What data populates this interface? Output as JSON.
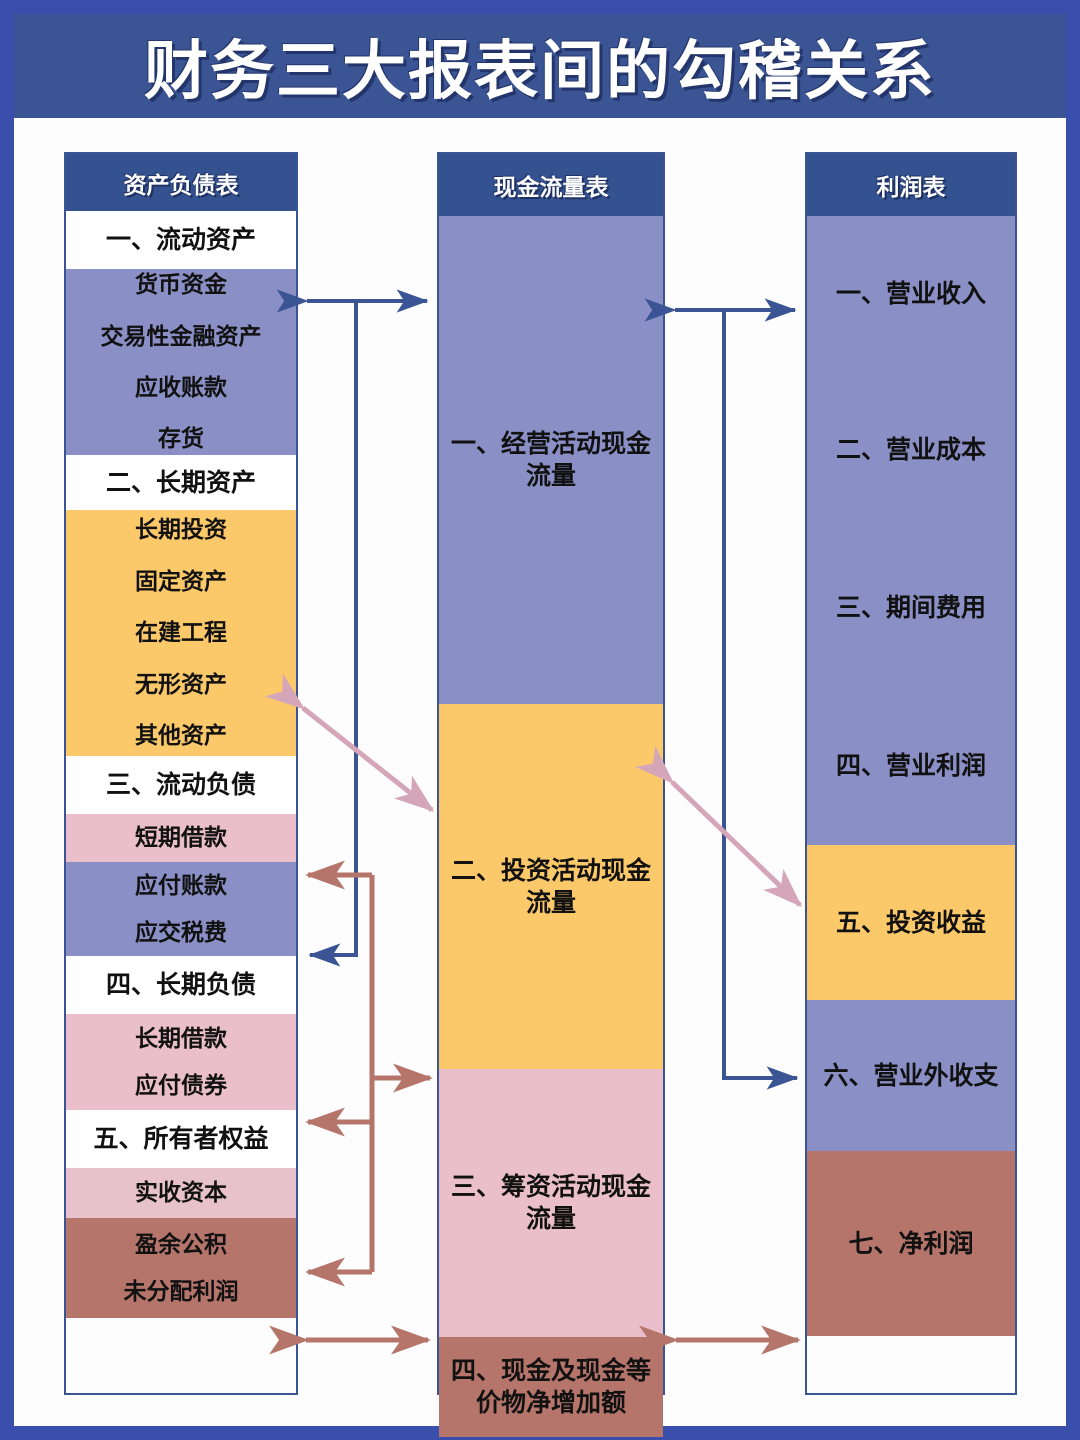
{
  "title": "财务三大报表间的勾稽关系",
  "colors": {
    "page_border": "#3a4eab",
    "banner": "#3a5494",
    "header": "#34528f",
    "periwinkle": "#8a90c6",
    "orange": "#fbc86a",
    "pink": "#eabecb",
    "maroon": "#b5756b",
    "arrow_blue": "#3a5494",
    "arrow_pink": "#d4a6b8",
    "arrow_brown": "#b5756b"
  },
  "columns": {
    "balance_sheet": {
      "header": "资产负债表",
      "sections": [
        {
          "name": "current-assets-heading",
          "color": "white",
          "type": "heading",
          "lines": [
            "一、流动资产"
          ]
        },
        {
          "name": "current-assets-items",
          "color": "periwinkle",
          "type": "items",
          "lines": [
            "货币资金",
            "交易性金融资产",
            "应收账款",
            "存货"
          ]
        },
        {
          "name": "long-term-assets-heading",
          "color": "white",
          "type": "heading",
          "lines": [
            "二、长期资产"
          ]
        },
        {
          "name": "long-term-assets-items",
          "color": "orange",
          "type": "items",
          "lines": [
            "长期投资",
            "固定资产",
            "在建工程",
            "无形资产",
            "其他资产"
          ]
        },
        {
          "name": "current-liabilities-heading",
          "color": "white",
          "type": "heading",
          "lines": [
            "三、流动负债"
          ]
        },
        {
          "name": "short-term-loan",
          "color": "pink",
          "type": "items",
          "lines": [
            "短期借款"
          ]
        },
        {
          "name": "payables-items",
          "color": "periwinkle",
          "type": "items",
          "lines": [
            "应付账款",
            "应交税费"
          ]
        },
        {
          "name": "long-term-liabilities-heading",
          "color": "white",
          "type": "heading",
          "lines": [
            "四、长期负债"
          ]
        },
        {
          "name": "long-term-liabilities-items",
          "color": "pink",
          "type": "items",
          "lines": [
            "长期借款",
            "应付债券"
          ]
        },
        {
          "name": "owners-equity-heading",
          "color": "white",
          "type": "heading",
          "lines": [
            "五、所有者权益"
          ]
        },
        {
          "name": "paid-in-capital",
          "color": "pink",
          "type": "items",
          "lines": [
            "实收资本"
          ]
        },
        {
          "name": "retained-earnings",
          "color": "maroon",
          "type": "items",
          "lines": [
            "盈余公积",
            "未分配利润"
          ]
        }
      ]
    },
    "cash_flow": {
      "header": "现金流量表",
      "sections": [
        {
          "name": "operating-cash-flow",
          "color": "periwinkle",
          "type": "big",
          "lines": [
            "一、经营活动现金",
            "流量"
          ]
        },
        {
          "name": "investing-cash-flow",
          "color": "orange",
          "type": "big",
          "lines": [
            "二、投资活动现金",
            "流量"
          ]
        },
        {
          "name": "financing-cash-flow",
          "color": "pink",
          "type": "big",
          "lines": [
            "三、筹资活动现金",
            "流量"
          ]
        },
        {
          "name": "net-increase-in-cash",
          "color": "maroon",
          "type": "big",
          "lines": [
            "四、现金及现金等",
            "价物净增加额"
          ]
        }
      ]
    },
    "income_statement": {
      "header": "利润表",
      "sections": [
        {
          "name": "operating-revenue",
          "color": "periwinkle",
          "type": "big",
          "lines": [
            "一、营业收入"
          ]
        },
        {
          "name": "operating-cost",
          "color": "periwinkle",
          "type": "big",
          "lines": [
            "二、营业成本"
          ]
        },
        {
          "name": "period-expenses",
          "color": "periwinkle",
          "type": "big",
          "lines": [
            "三、期间费用"
          ]
        },
        {
          "name": "operating-profit",
          "color": "periwinkle",
          "type": "big",
          "lines": [
            "四、营业利润"
          ]
        },
        {
          "name": "investment-income",
          "color": "orange",
          "type": "big",
          "lines": [
            "五、投资收益"
          ]
        },
        {
          "name": "non-operating-items",
          "color": "periwinkle",
          "type": "big",
          "lines": [
            "六、营业外收支"
          ]
        },
        {
          "name": "net-profit",
          "color": "maroon",
          "type": "big",
          "lines": [
            "七、净利润"
          ]
        }
      ]
    }
  },
  "connectors": [
    {
      "name": "connector-monetary-funds-to-operating-cash",
      "style": "blue",
      "kind": "double-horizontal"
    },
    {
      "name": "connector-operating-cash-to-revenue",
      "style": "blue",
      "kind": "double-horizontal"
    },
    {
      "name": "connector-long-term-assets-to-investing-cash",
      "style": "pink",
      "kind": "diagonal-double"
    },
    {
      "name": "connector-investing-cash-to-investment-income",
      "style": "pink",
      "kind": "diagonal-double"
    },
    {
      "name": "connector-financing-to-short-term-loan",
      "style": "brown",
      "kind": "elbow-left"
    },
    {
      "name": "connector-financing-to-long-term-loan",
      "style": "brown",
      "kind": "elbow-left"
    },
    {
      "name": "connector-financing-to-paid-in-capital",
      "style": "brown",
      "kind": "elbow-left"
    },
    {
      "name": "connector-payables-to-operating-cash",
      "style": "blue",
      "kind": "elbow-left"
    },
    {
      "name": "connector-non-operating-to-income",
      "style": "blue",
      "kind": "elbow-right"
    },
    {
      "name": "connector-net-increase-left",
      "style": "brown",
      "kind": "double-horizontal"
    },
    {
      "name": "connector-net-increase-right",
      "style": "brown",
      "kind": "double-horizontal"
    }
  ]
}
